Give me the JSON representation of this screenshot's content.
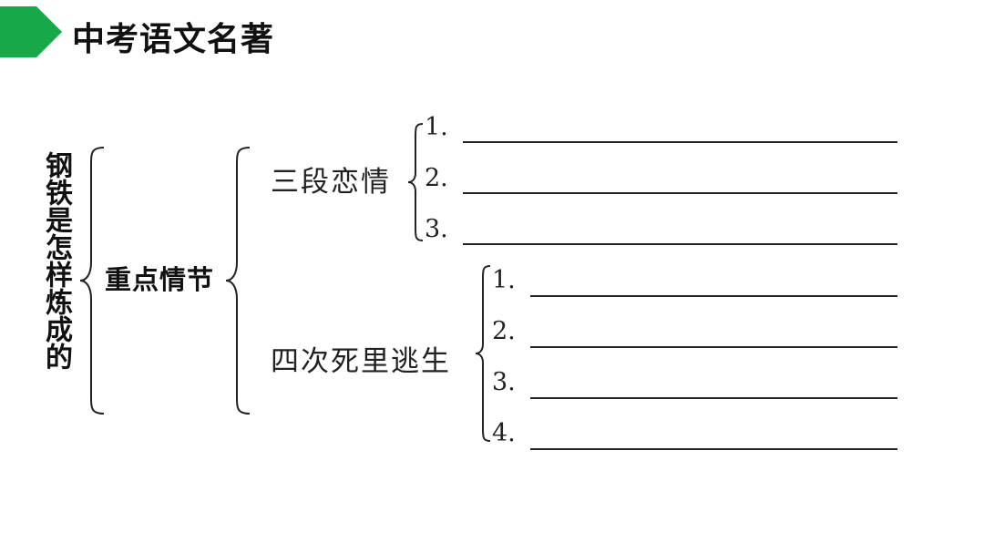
{
  "header": {
    "title": "中考语文名著",
    "accent_color": "#17a84a"
  },
  "book_title": "钢铁是怎样炼成的",
  "level1": {
    "label": "重点情节"
  },
  "sections": [
    {
      "label": "三段恋情",
      "items": [
        "1.",
        "2.",
        "3."
      ]
    },
    {
      "label": "四次死里逃生",
      "items": [
        "1.",
        "2.",
        "3.",
        "4."
      ]
    }
  ]
}
